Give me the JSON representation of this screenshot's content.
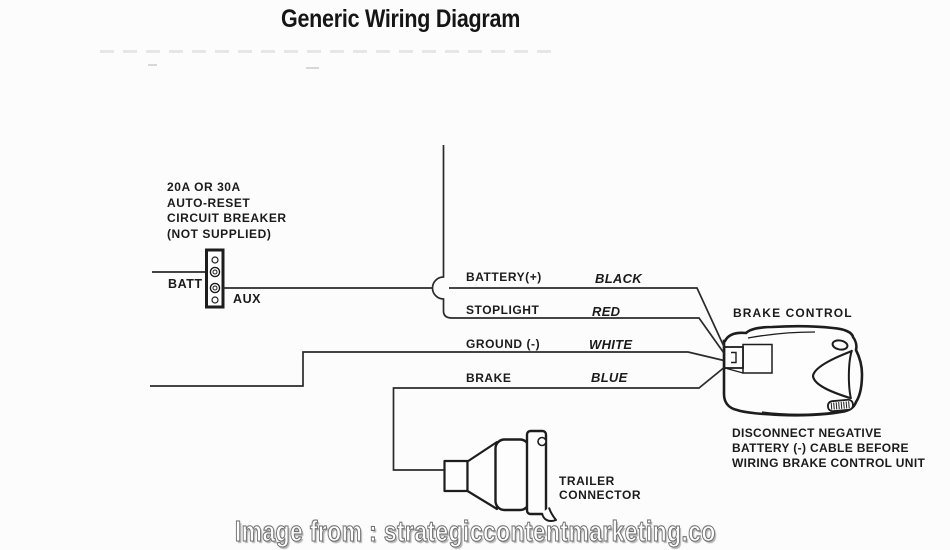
{
  "title": "Generic Wiring Diagram",
  "breaker": {
    "note_lines": [
      "20A OR 30A",
      "AUTO-RESET",
      "CIRCUIT BREAKER",
      "(NOT SUPPLIED)"
    ],
    "batt_label": "BATT",
    "aux_label": "AUX"
  },
  "wires": [
    {
      "name": "BATTERY(+)",
      "color_name": "BLACK"
    },
    {
      "name": "STOPLIGHT",
      "color_name": "RED"
    },
    {
      "name": "GROUND (-)",
      "color_name": "WHITE"
    },
    {
      "name": "BRAKE",
      "color_name": "BLUE"
    }
  ],
  "brake_control": {
    "label": "BRAKE CONTROL",
    "warning_lines": [
      "DISCONNECT NEGATIVE",
      "BATTERY (-) CABLE BEFORE",
      "WIRING BRAKE CONTROL UNIT"
    ]
  },
  "trailer_connector": {
    "label_lines": [
      "TRAILER",
      "CONNECTOR"
    ]
  },
  "watermark": "Image from : strategiccontentmarketing.co",
  "colors": {
    "line": "#2b2b2b",
    "component_line": "#1d1d1d",
    "text": "#1b1b1b",
    "background": "#fcfcfc",
    "watermark_outline": "#6f6f6f"
  }
}
